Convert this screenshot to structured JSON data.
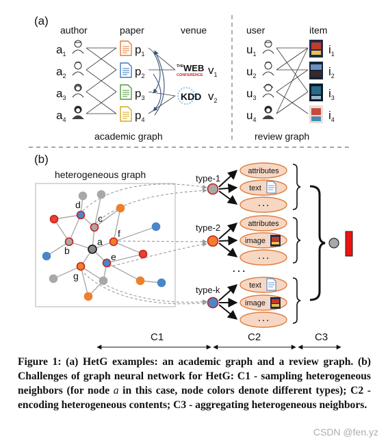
{
  "panel_a": {
    "label": "(a)",
    "academic": {
      "col_author": "author",
      "col_paper": "paper",
      "col_venue": "venue",
      "authors": [
        "a",
        "a",
        "a",
        "a"
      ],
      "author_subs": [
        "1",
        "2",
        "3",
        "4"
      ],
      "papers": [
        "p",
        "p",
        "p",
        "p"
      ],
      "paper_subs": [
        "1",
        "2",
        "3",
        "4"
      ],
      "venues": [
        "v",
        "v"
      ],
      "venue_subs": [
        "1",
        "2"
      ],
      "venue_logo_1_top": "THE",
      "venue_logo_1_main": "WEB",
      "venue_logo_1_bottom": "CONFERENCE",
      "venue_logo_2": "KDD",
      "caption": "academic graph"
    },
    "review": {
      "col_user": "user",
      "col_item": "item",
      "users": [
        "u",
        "u",
        "u",
        "u"
      ],
      "user_subs": [
        "1",
        "2",
        "3",
        "4"
      ],
      "items": [
        "i",
        "i",
        "i",
        "i"
      ],
      "item_subs": [
        "1",
        "2",
        "3",
        "4"
      ],
      "caption": "review graph"
    }
  },
  "panel_b": {
    "label": "(b)",
    "graph_title": "heterogeneous graph",
    "node_labels": {
      "a": "a",
      "b": "b",
      "c": "c",
      "d": "d",
      "e": "e",
      "f": "f",
      "g": "g"
    },
    "types": [
      "type-1",
      "type-2",
      "type-k"
    ],
    "type1_contents": [
      "attributes",
      "text",
      ". . ."
    ],
    "type2_contents": [
      "attributes",
      "image",
      ". . ."
    ],
    "typek_contents": [
      "text",
      "image",
      ". . ."
    ],
    "between_dots": ". . .",
    "stages": [
      "C1",
      "C2",
      "C3"
    ]
  },
  "colors": {
    "red_node": "#e8412c",
    "orange_node": "#f07f2c",
    "blue_node": "#4a86c8",
    "grey_node": "#a8a8a8",
    "content_fill": "#f6d7c4",
    "content_stroke": "#e07a3a",
    "output_bar": "#ee1111"
  },
  "caption": {
    "part1": "Figure 1: (a) HetG examples: an academic graph and a review graph. (b) Challenges of graph neural network for HetG: C1 - sampling heterogeneous neighbors (for node ",
    "italic_a": "a",
    "part2": " in this case, node colors denote different types); C2 - encoding heterogeneous contents; C3 - aggregating heterogeneous neighbors."
  },
  "watermark": "CSDN @fen.yz"
}
